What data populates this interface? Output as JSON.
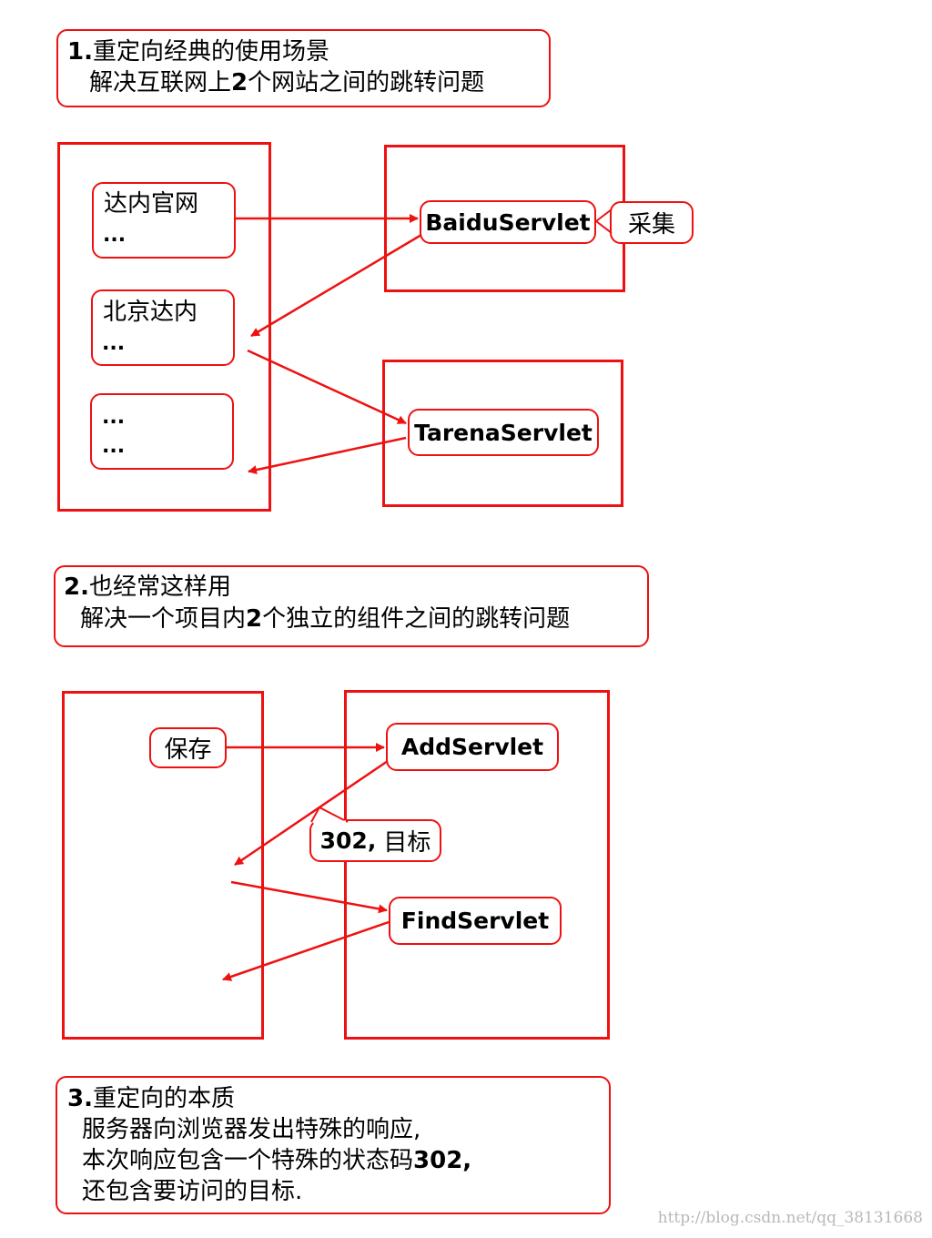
{
  "section1": {
    "number": "1.",
    "title": "重定向经典的使用场景",
    "desc_a": "解决互联网上",
    "desc_num": "2",
    "desc_b": "个网站之间的跳转问题"
  },
  "diagram1": {
    "left_items": [
      {
        "title": "达内官网",
        "dots": "..."
      },
      {
        "title": "北京达内",
        "dots": "..."
      },
      {
        "title": "...",
        "dots": "..."
      }
    ],
    "baidu_servlet": "BaiduServlet",
    "collect_label": "采集",
    "tarena_servlet": "TarenaServlet"
  },
  "section2": {
    "number": "2.",
    "title": "也经常这样用",
    "desc_a": "解决一个项目内",
    "desc_num": "2",
    "desc_b": "个独立的组件之间的跳转问题"
  },
  "diagram2": {
    "save_label": "保存",
    "add_servlet": "AddServlet",
    "callout_num": "302,",
    "callout_text": "目标",
    "find_servlet": "FindServlet"
  },
  "section3": {
    "number": "3.",
    "title": "重定向的本质",
    "line1": "服务器向浏览器发出特殊的响应,",
    "line2_a": "本次响应包含一个特殊的状态码",
    "line2_num": "302,",
    "line3": "还包含要访问的目标."
  },
  "watermark": "http://blog.csdn.net/qq_38131668",
  "colors": {
    "accent": "#ee1111"
  }
}
